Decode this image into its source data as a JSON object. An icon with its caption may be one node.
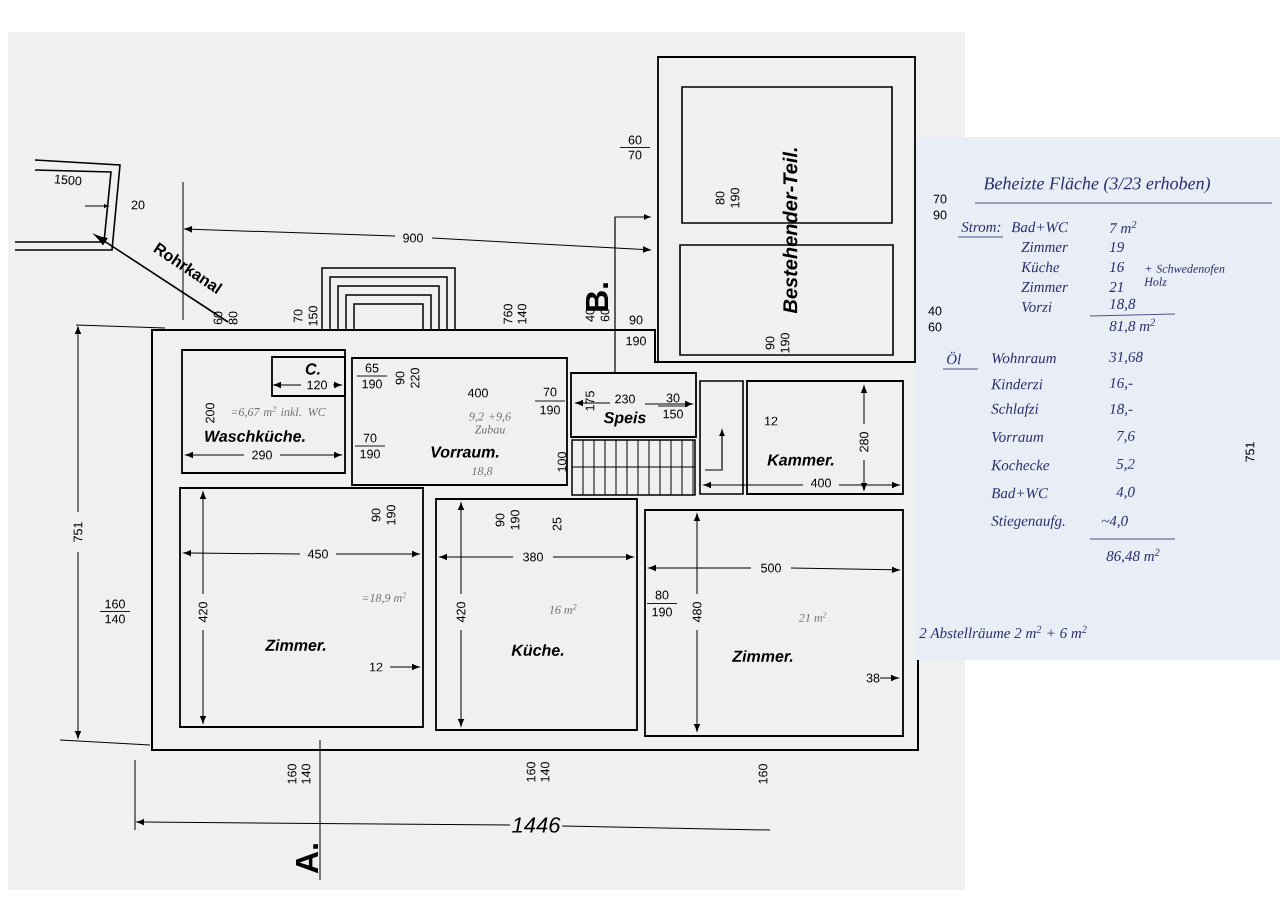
{
  "diagram": {
    "nodes": [
      {
        "text": [
          "=6,67 m$^{2}$ inkl. WC",
          "Waschküche."
        ]
      },
      {
        "text": [
          "C."
        ],
        "in": 0
      },
      {
        "text": [
          "9,2 +9,6 Zubau",
          "Vorraum.",
          "18,8"
        ]
      },
      {
        "text": [
          "Speis"
        ]
      },
      {
        "text": [
          "Kammer."
        ]
      },
      {
        "text": [
          "=18,9 m$^{2}$",
          "Zimmer."
        ]
      },
      {
        "text": [
          "16 m$^{2}$",
          "Küche."
        ]
      },
      {
        "text": [
          "21 m$^{2}$",
          "Zimmer."
        ]
      },
      {
        "text": [
          "Bestehender-Teil."
        ]
      }
    ],
    "labels": [
      "1500",
      "20",
      "Rohrkanal",
      "900",
      "60",
      "70",
      "80",
      "190",
      "70",
      "90",
      "40",
      "60",
      "B.",
      "90",
      "190",
      "90",
      "190",
      "60",
      "80",
      "70",
      "150",
      "65",
      "120",
      "190",
      "90",
      "220",
      "760",
      "140",
      "40",
      "60",
      "400",
      "70",
      "190",
      "175",
      "230",
      "30",
      "150",
      "200",
      "290",
      "70",
      "190",
      "100",
      "12",
      "280",
      "400",
      "751",
      "160",
      "140",
      "420",
      "450",
      "90",
      "190",
      "12",
      "380",
      "90",
      "190",
      "25",
      "420",
      "80",
      "190",
      "480",
      "500",
      "38",
      "160",
      "140",
      "160",
      "140",
      "160",
      "1446",
      "A.",
      "751",
      "Beheizte Fläche (3/23 erhoben)",
      "Strom:",
      "Bad+WC",
      "7 m$^{2}$",
      "Zimmer",
      "19",
      "Küche",
      "16",
      "+ Schwedenofen Holz",
      "Zimmer",
      "21",
      "Vorzi",
      "18,8",
      "81,8 m$^{2}$",
      "Öl",
      "Wohnraum",
      "31,68",
      "Kinderzi",
      "16,-",
      "Schlafzi",
      "18,-",
      "Vorraum",
      "7,6",
      "Kochecke",
      "5,2",
      "Bad+WC",
      "4,0",
      "Stiegenaufg.",
      "~4,0",
      "86,48 m$^{2}$",
      "2 Abstellräume 2 m$^{2}$ + 6 m$^{2}$"
    ]
  }
}
